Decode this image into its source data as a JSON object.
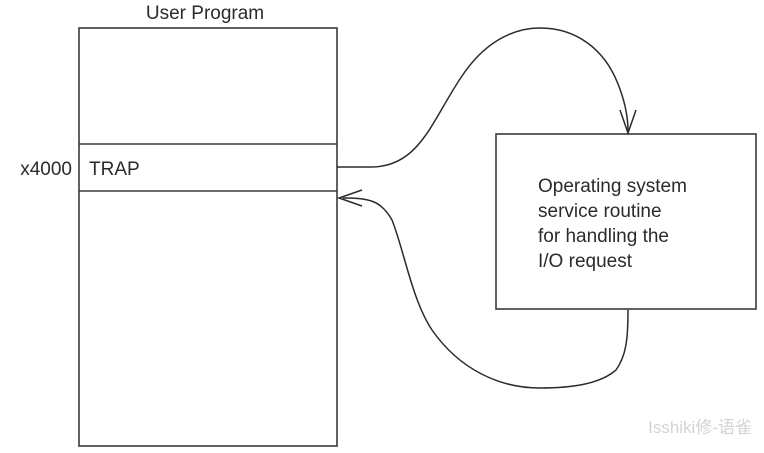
{
  "figure": {
    "title": "User Program",
    "background_color": "#ffffff",
    "stroke_color": "#3a3a3a",
    "text_color": "#2b2b2b"
  },
  "user_program": {
    "title": "User Program",
    "address_label": "x4000",
    "segments": [
      {
        "name": "upper-region",
        "label": ""
      },
      {
        "name": "trap-row",
        "label": "TRAP"
      },
      {
        "name": "lower-region",
        "label": ""
      }
    ],
    "trap_label": "TRAP"
  },
  "os_box": {
    "lines": [
      "Operating system",
      "service routine",
      "for handling the",
      "I/O request"
    ]
  },
  "arrows": [
    {
      "name": "trap-to-os-arrow",
      "from": "TRAP",
      "to": "Operating system service routine",
      "direction": "down"
    },
    {
      "name": "os-return-arrow",
      "from": "Operating system service routine",
      "to": "User Program",
      "direction": "left"
    }
  ],
  "watermark": {
    "text": "Isshiki修-语雀",
    "color": "#d3d3d3"
  }
}
